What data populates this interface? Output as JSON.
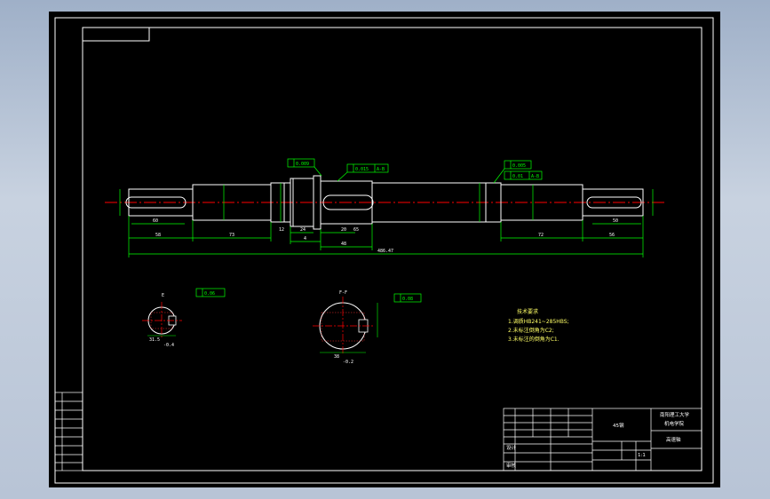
{
  "colors": {
    "paper": "#000000",
    "border": "#ffffff",
    "dimension": "#00ff00",
    "centerline": "#ff0000",
    "note": "#ffff66"
  },
  "dimensions": {
    "overall_length": "486.47",
    "seg_left_end": "58",
    "seg_left_mid": "73",
    "seg_right_mid": "72",
    "seg_right_end": "56",
    "keyway_left": "60",
    "keyway_right": "50",
    "middle_span": "48",
    "middle_small": "24",
    "middle_small2": "4",
    "middle_right": "20",
    "middle_right2": "65",
    "shoulder": "12"
  },
  "tolerances": {
    "runout_left": "0.009",
    "runout_mid": "0.015",
    "runout_mid_ref": "A-B",
    "runout_right": "0.005",
    "perp_right": "0.01",
    "perp_right_ref": "A-B",
    "sec_left_frame": "0.06",
    "sec_right_frame": "0.08"
  },
  "sections": {
    "left_label": "E",
    "left_dim_1": "31.5",
    "left_dim_2": "-0.4",
    "right_label": "F-F",
    "right_dim_1": "38",
    "right_dim_2": "-0.2"
  },
  "notes": {
    "title": "技术要求",
    "line_1": "1.调质HB241~285HBS;",
    "line_2": "2.未标注倒角为C2;",
    "line_3": "3.未标注的倒角为C1."
  },
  "title_block": {
    "school_line1": "南阳理工大学",
    "school_line2": "机电学院",
    "part_name": "高速轴",
    "material": "45钢",
    "scale": "1:1",
    "drawn": "设计",
    "approved": "审核"
  }
}
